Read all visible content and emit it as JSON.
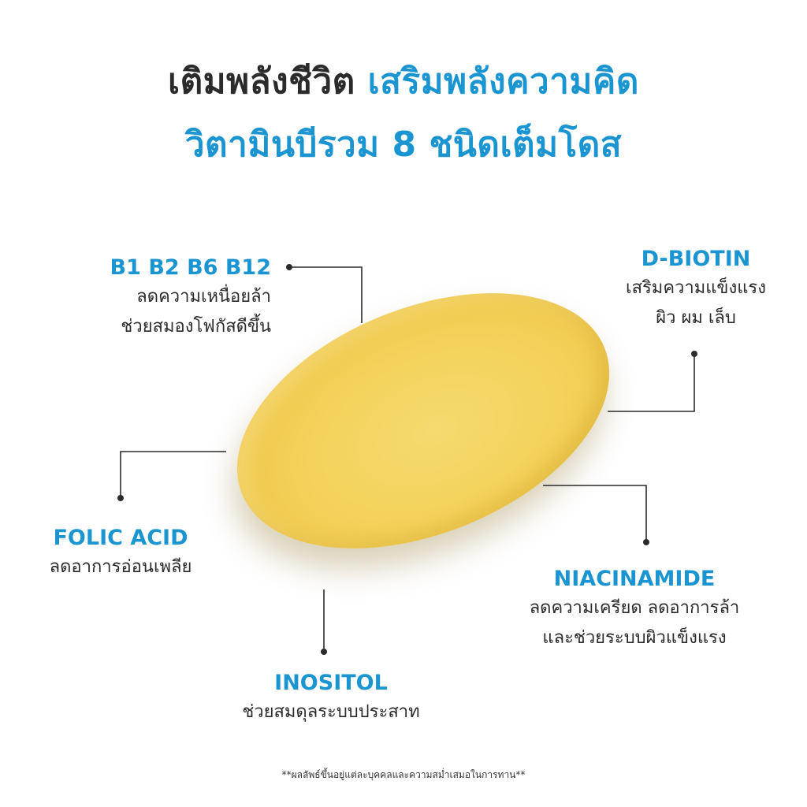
{
  "headline": {
    "line1_dark": "เติมพลังชีวิต",
    "line1_blue": "เสริมพลังความคิด",
    "line2_blue": "วิตามินบีรวม 8 ชนิดเต็มโดส"
  },
  "labels": {
    "b_complex": {
      "name": "B1 B2 B6 B12",
      "desc1": "ลดความเหนื่อยล้า",
      "desc2": "ช่วยสมองโฟกัสดีขึ้น"
    },
    "biotin": {
      "name": "D-BIOTIN",
      "desc1": "เสริมความแข็งแรง",
      "desc2": "ผิว ผม เล็บ"
    },
    "folic": {
      "name": "FOLIC ACID",
      "desc1": "ลดอาการอ่อนเพลีย"
    },
    "niacinamide": {
      "name": "NIACINAMIDE",
      "desc1": "ลดความเครียด ลดอาการล้า",
      "desc2": "และช่วยระบบผิวแข็งแรง"
    },
    "inositol": {
      "name": "INOSITOL",
      "desc1": "ช่วยสมดุลระบบประสาท"
    }
  },
  "footnote": "**ผลลัพธ์ขึ้นอยู่แต่ละบุคคลและความสม่ำเสมอในการทาน**",
  "colors": {
    "accent_blue": "#1a95d2",
    "text_dark": "#2b2b2b",
    "pill_yellow": "#f4d25c"
  }
}
